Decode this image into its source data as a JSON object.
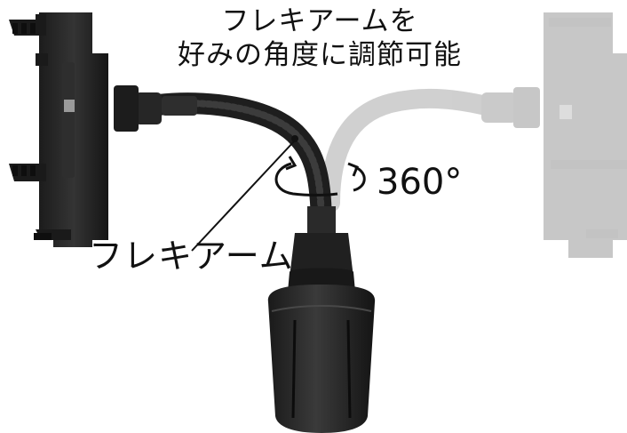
{
  "caption": {
    "line1": "フレキアームを",
    "line2": "好みの角度に調節可能"
  },
  "rotation_label": "360°",
  "arm_label": "フレキアーム"
}
